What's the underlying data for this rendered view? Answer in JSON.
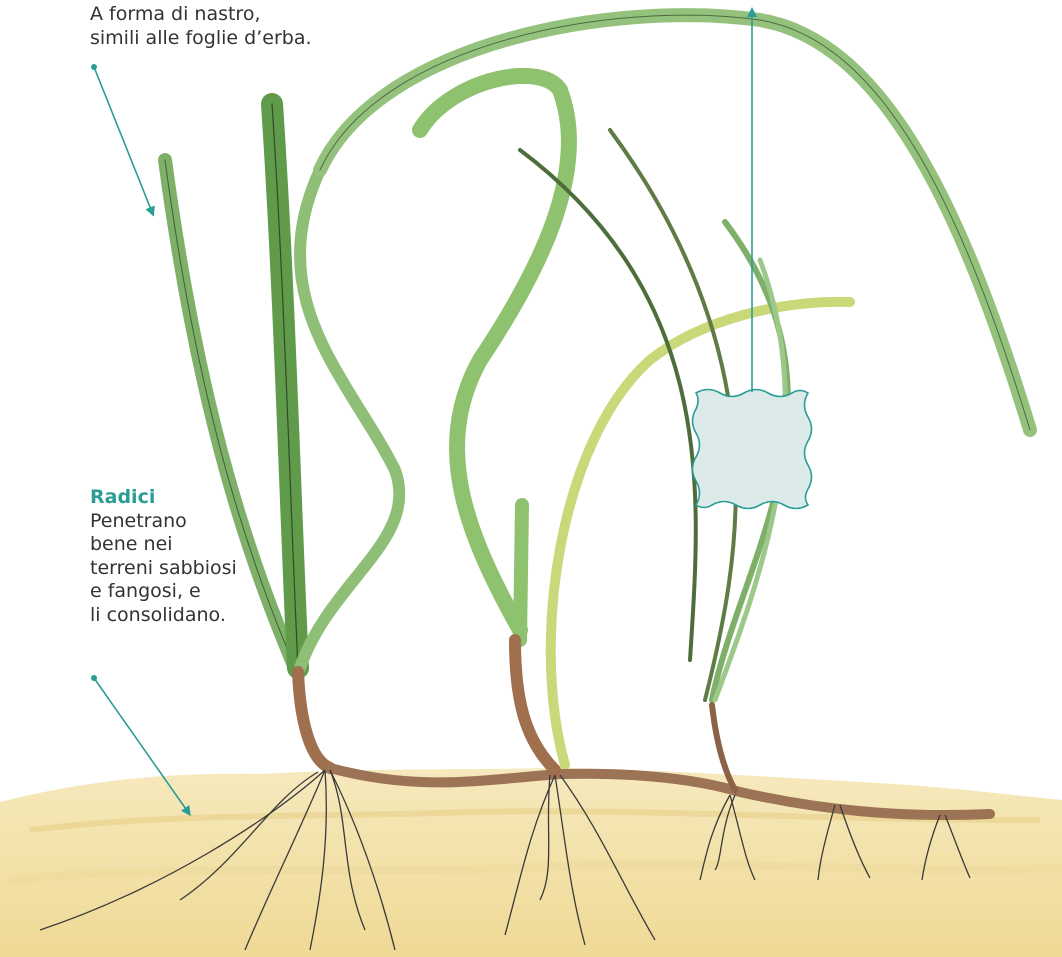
{
  "colors": {
    "accent": "#2a9d94",
    "text": "#333333",
    "leaf": "#7fb069",
    "root_brown": "#a0704e",
    "sand": "#f1dfa4",
    "callout_box": "#dcebea"
  },
  "labels": {
    "leaves": {
      "lines": [
        "A forma di nastro,",
        "simili alle foglie d’erba."
      ]
    },
    "roots": {
      "title": "Radici",
      "lines": [
        "Penetrano",
        "bene nei",
        "terreni sabbiosi",
        "e fangosi, e",
        "li consolidano."
      ]
    }
  }
}
